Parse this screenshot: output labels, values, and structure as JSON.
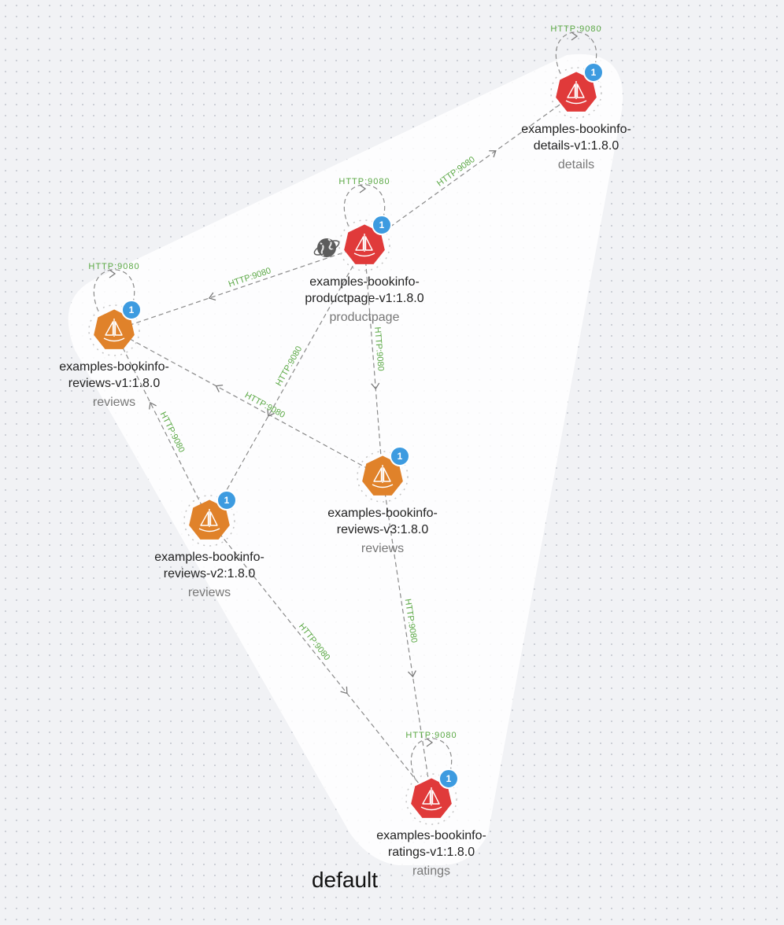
{
  "group": {
    "label": "default"
  },
  "colors": {
    "red": "#e03a3a",
    "orange": "#e0822a",
    "badge": "#3d9be0",
    "edge_label": "#5aa844"
  },
  "nodes": [
    {
      "id": "details",
      "title1": "examples-bookinfo-",
      "title2": "details-v1:1.8.0",
      "service": "details",
      "badge": "1",
      "color": "red"
    },
    {
      "id": "productpage",
      "title1": "examples-bookinfo-",
      "title2": "productpage-v1:1.8.0",
      "service": "productpage",
      "badge": "1",
      "color": "red"
    },
    {
      "id": "reviews-v1",
      "title1": "examples-bookinfo-",
      "title2": "reviews-v1:1.8.0",
      "service": "reviews",
      "badge": "1",
      "color": "orange"
    },
    {
      "id": "reviews-v2",
      "title1": "examples-bookinfo-",
      "title2": "reviews-v2:1.8.0",
      "service": "reviews",
      "badge": "1",
      "color": "orange"
    },
    {
      "id": "reviews-v3",
      "title1": "examples-bookinfo-",
      "title2": "reviews-v3:1.8.0",
      "service": "reviews",
      "badge": "1",
      "color": "orange"
    },
    {
      "id": "ratings",
      "title1": "examples-bookinfo-",
      "title2": "ratings-v1:1.8.0",
      "service": "ratings",
      "badge": "1",
      "color": "red"
    }
  ],
  "edges": [
    {
      "from": "productpage",
      "to": "details",
      "label": "HTTP:9080"
    },
    {
      "from": "productpage",
      "to": "reviews-v1",
      "label": "HTTP:9080"
    },
    {
      "from": "productpage",
      "to": "reviews-v2",
      "label": "HTTP:9080"
    },
    {
      "from": "productpage",
      "to": "reviews-v3",
      "label": "HTTP:9080"
    },
    {
      "from": "reviews-v3",
      "to": "reviews-v1",
      "label": "HTTP:9080"
    },
    {
      "from": "reviews-v2",
      "to": "reviews-v1",
      "label": "HTTP:9080"
    },
    {
      "from": "reviews-v2",
      "to": "ratings",
      "label": "HTTP:9080"
    },
    {
      "from": "reviews-v3",
      "to": "ratings",
      "label": "HTTP:9080"
    }
  ],
  "self_loops": [
    {
      "node": "details",
      "label": "HTTP:9080"
    },
    {
      "node": "productpage",
      "label": "HTTP:9080"
    },
    {
      "node": "reviews-v1",
      "label": "HTTP:9080"
    },
    {
      "node": "ratings",
      "label": "HTTP:9080"
    }
  ],
  "ingress": {
    "node": "productpage",
    "icon": "globe-icon"
  }
}
